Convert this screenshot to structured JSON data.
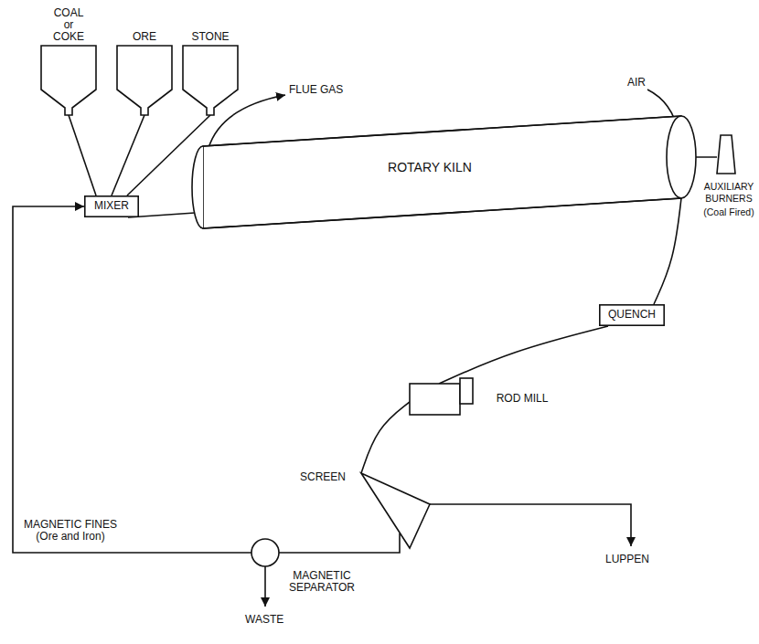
{
  "diagram": {
    "nodes": [
      {
        "text": [
          "COAL or COKE"
        ]
      },
      {
        "text": [
          "ORE"
        ]
      },
      {
        "text": [
          "STONE"
        ]
      },
      {
        "text": [
          "MIXER"
        ]
      },
      {
        "text": [
          "ROTARY KILN"
        ]
      },
      {
        "text": [
          "AUXILIARY BURNERS",
          "(Coal Fired)"
        ]
      },
      {
        "text": [
          "QUENCH"
        ]
      },
      {
        "text": [
          "ROD MILL"
        ]
      },
      {
        "text": [
          "SCREEN"
        ]
      },
      {
        "text": [
          "MAGNETIC SEPARATOR"
        ]
      }
    ],
    "edges": [
      {
        "from": 0,
        "to": 3,
        "arrow": "none"
      },
      {
        "from": 1,
        "to": 3,
        "arrow": "none"
      },
      {
        "from": 2,
        "to": 3,
        "arrow": "none"
      },
      {
        "from": 3,
        "to": 4,
        "arrow": "none"
      },
      {
        "from": 5,
        "to": 4,
        "arrow": "to"
      },
      {
        "from": 4,
        "to": 6,
        "arrow": "none"
      },
      {
        "from": 6,
        "to": 7,
        "arrow": "none"
      },
      {
        "from": 7,
        "to": 8,
        "arrow": "none"
      },
      {
        "from": 8,
        "to": 9,
        "arrow": "none"
      },
      {
        "from": 9,
        "to": 3,
        "label": "MAGNETIC FINES (Ore and Iron)",
        "arrow": "to"
      }
    ],
    "labels": [
      "FLUE GAS",
      "AIR",
      "LUPPEN",
      "WASTE"
    ]
  }
}
